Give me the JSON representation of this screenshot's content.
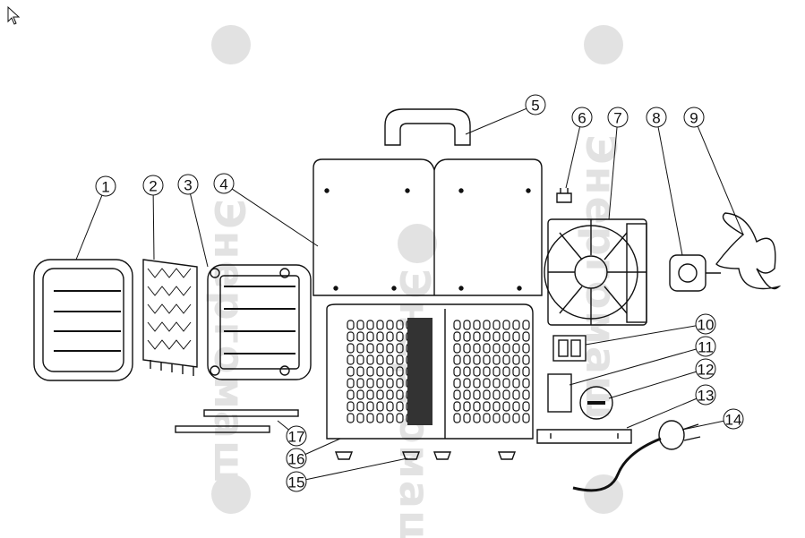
{
  "watermark": {
    "text": "Энергомаш",
    "color": "#e2e2e2"
  },
  "callouts": [
    "1",
    "2",
    "3",
    "4",
    "5",
    "6",
    "7",
    "8",
    "9",
    "10",
    "11",
    "12",
    "13",
    "14",
    "15",
    "16",
    "17"
  ],
  "line_color": "#111111"
}
